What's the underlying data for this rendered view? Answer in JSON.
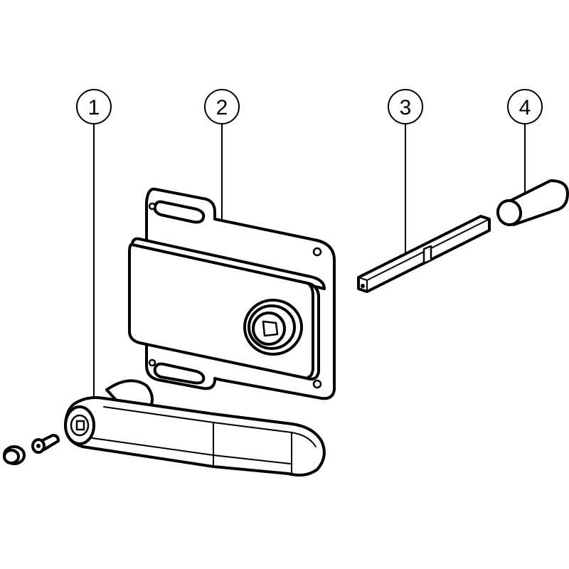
{
  "callouts": [
    {
      "label": "1",
      "part": "lever-handle"
    },
    {
      "label": "2",
      "part": "lock-case"
    },
    {
      "label": "3",
      "part": "square-spindle"
    },
    {
      "label": "4",
      "part": "sleeve-tube"
    }
  ],
  "colors": {
    "line": "#000000",
    "background": "#ffffff"
  }
}
